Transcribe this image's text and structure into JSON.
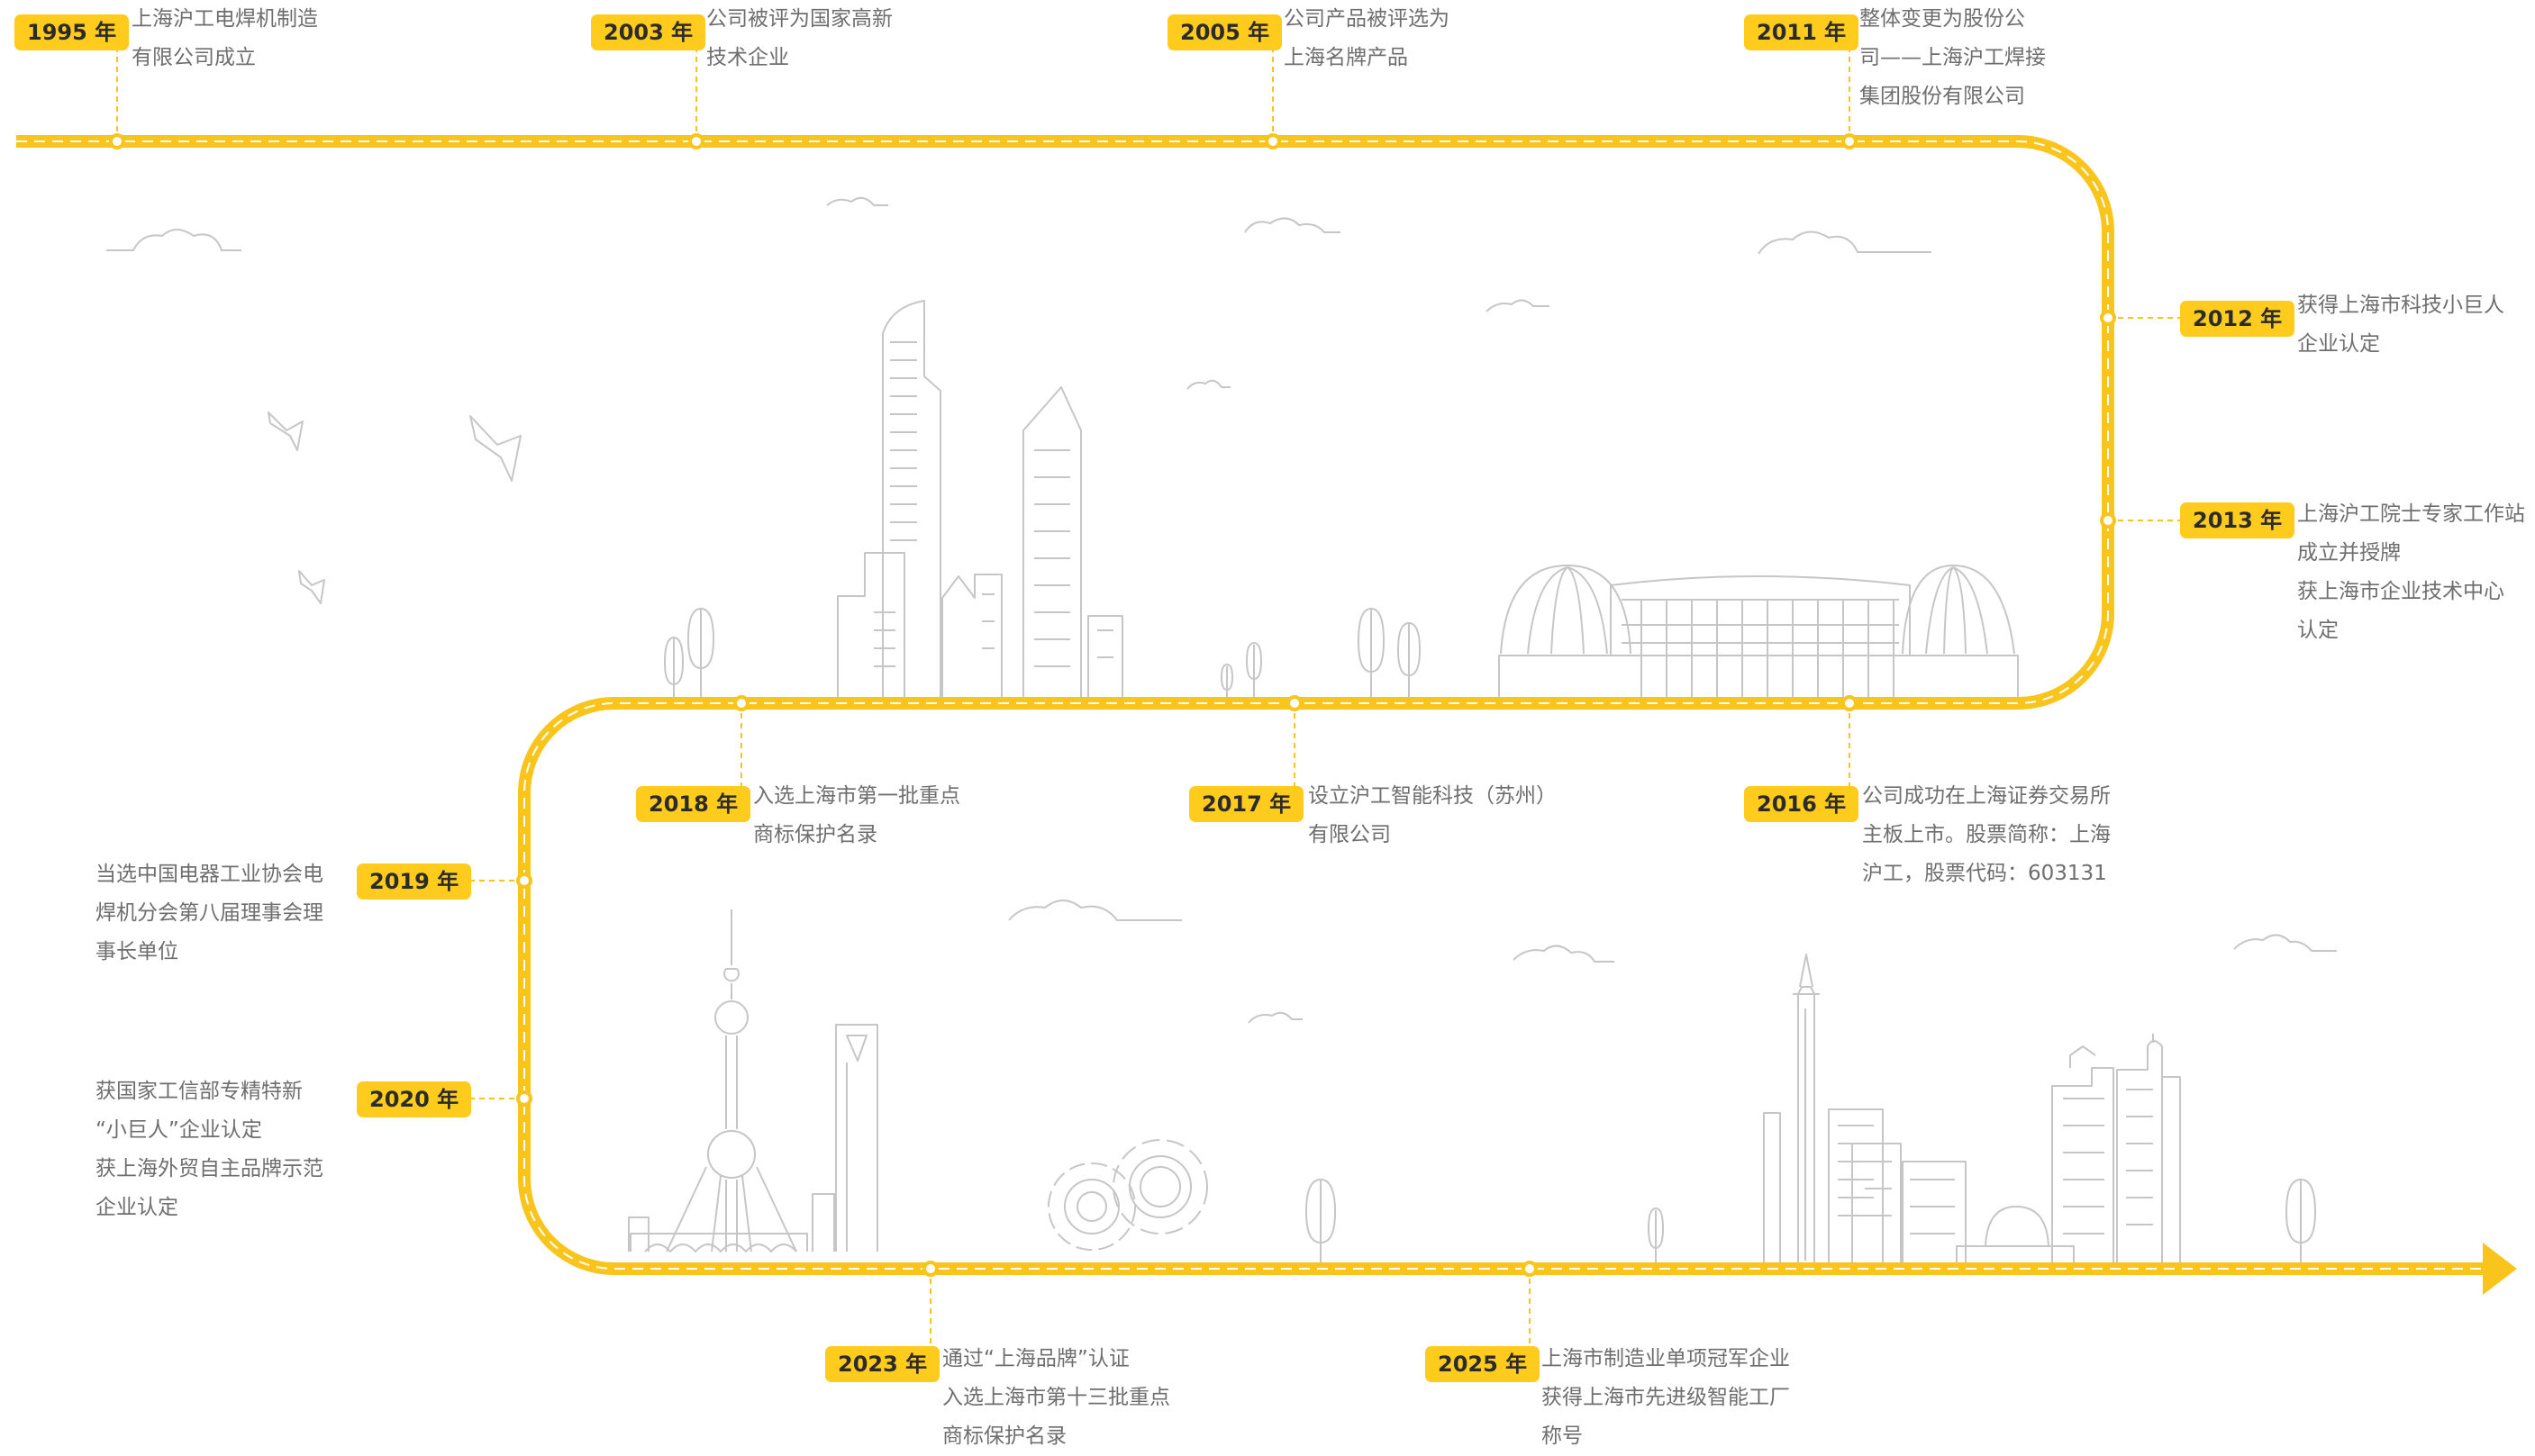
{
  "colors": {
    "track": "#F9C51C",
    "badge": "#FFCB1D",
    "line_art": "#c6c6c6",
    "text": "#6e6e6e"
  },
  "milestones": [
    {
      "year": "1995 年",
      "lines": [
        "上海沪工电焊机制造",
        "有限公司成立"
      ]
    },
    {
      "year": "2003 年",
      "lines": [
        "公司被评为国家高新",
        "技术企业"
      ]
    },
    {
      "year": "2005 年",
      "lines": [
        "公司产品被评选为",
        "上海名牌产品"
      ]
    },
    {
      "year": "2011 年",
      "lines": [
        "整体变更为股份公",
        "司——上海沪工焊接",
        "集团股份有限公司"
      ]
    },
    {
      "year": "2012 年",
      "lines": [
        "获得上海市科技小巨人",
        "企业认定"
      ]
    },
    {
      "year": "2013 年",
      "lines": [
        "上海沪工院士专家工作站",
        "成立并授牌",
        "获上海市企业技术中心",
        "认定"
      ]
    },
    {
      "year": "2016 年",
      "lines": [
        "公司成功在上海证券交易所",
        "主板上市。股票简称：上海",
        "沪工，股票代码：603131"
      ]
    },
    {
      "year": "2017 年",
      "lines": [
        "设立沪工智能科技（苏州）",
        "有限公司"
      ]
    },
    {
      "year": "2018 年",
      "lines": [
        "入选上海市第一批重点",
        "商标保护名录"
      ]
    },
    {
      "year": "2019 年",
      "lines": [
        "当选中国电器工业协会电",
        "焊机分会第八届理事会理",
        "事长单位"
      ]
    },
    {
      "year": "2020 年",
      "lines": [
        "获国家工信部专精特新",
        "“小巨人”企业认定",
        "获上海外贸自主品牌示范",
        "企业认定"
      ]
    },
    {
      "year": "2023 年",
      "lines": [
        "通过“上海品牌”认证",
        "入选上海市第十三批重点",
        "商标保护名录"
      ]
    },
    {
      "year": "2025 年",
      "lines": [
        "上海市制造业单项冠军企业",
        "获得上海市先进级智能工厂",
        "称号"
      ]
    }
  ]
}
